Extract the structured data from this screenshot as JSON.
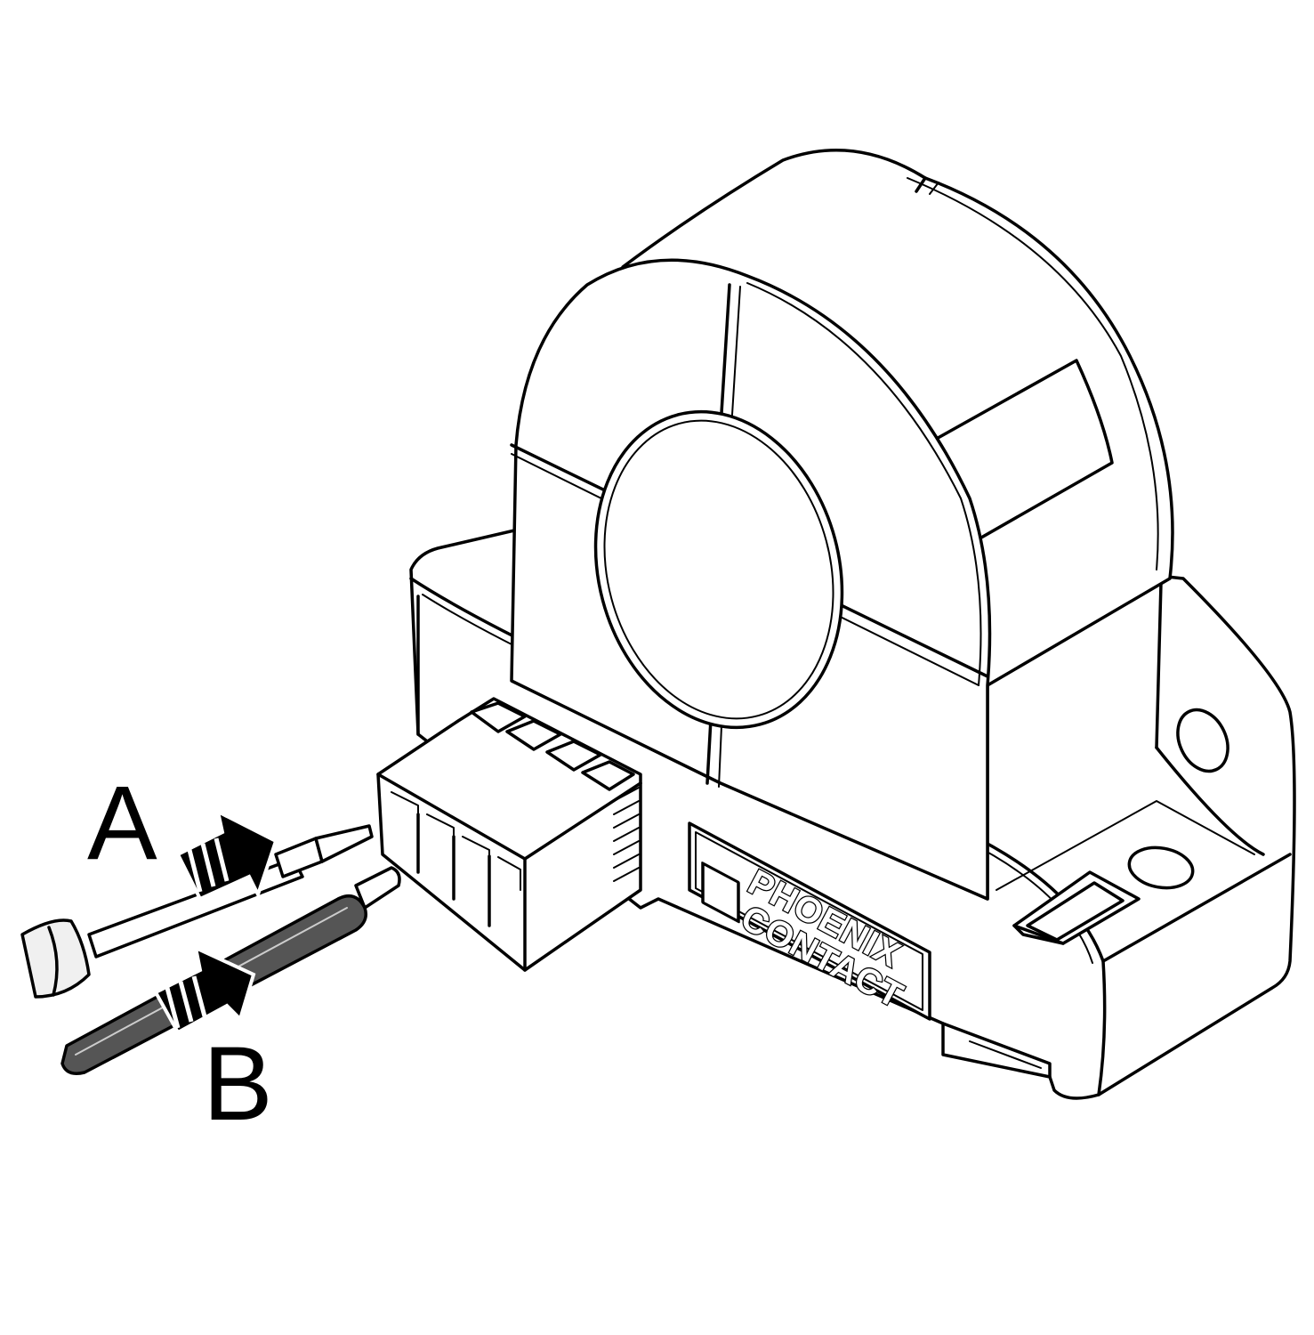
{
  "callouts": {
    "a": "A",
    "b": "B"
  },
  "logo": {
    "line1": "PHOENIX",
    "line2": "CONTACT"
  },
  "colors": {
    "stroke": "#000000",
    "background": "#ffffff",
    "wire_insulation": "#555555",
    "screwdriver_handle": "#f0f0f0"
  },
  "icons": {
    "arrow_a": "insert-arrow",
    "arrow_b": "insert-arrow"
  }
}
